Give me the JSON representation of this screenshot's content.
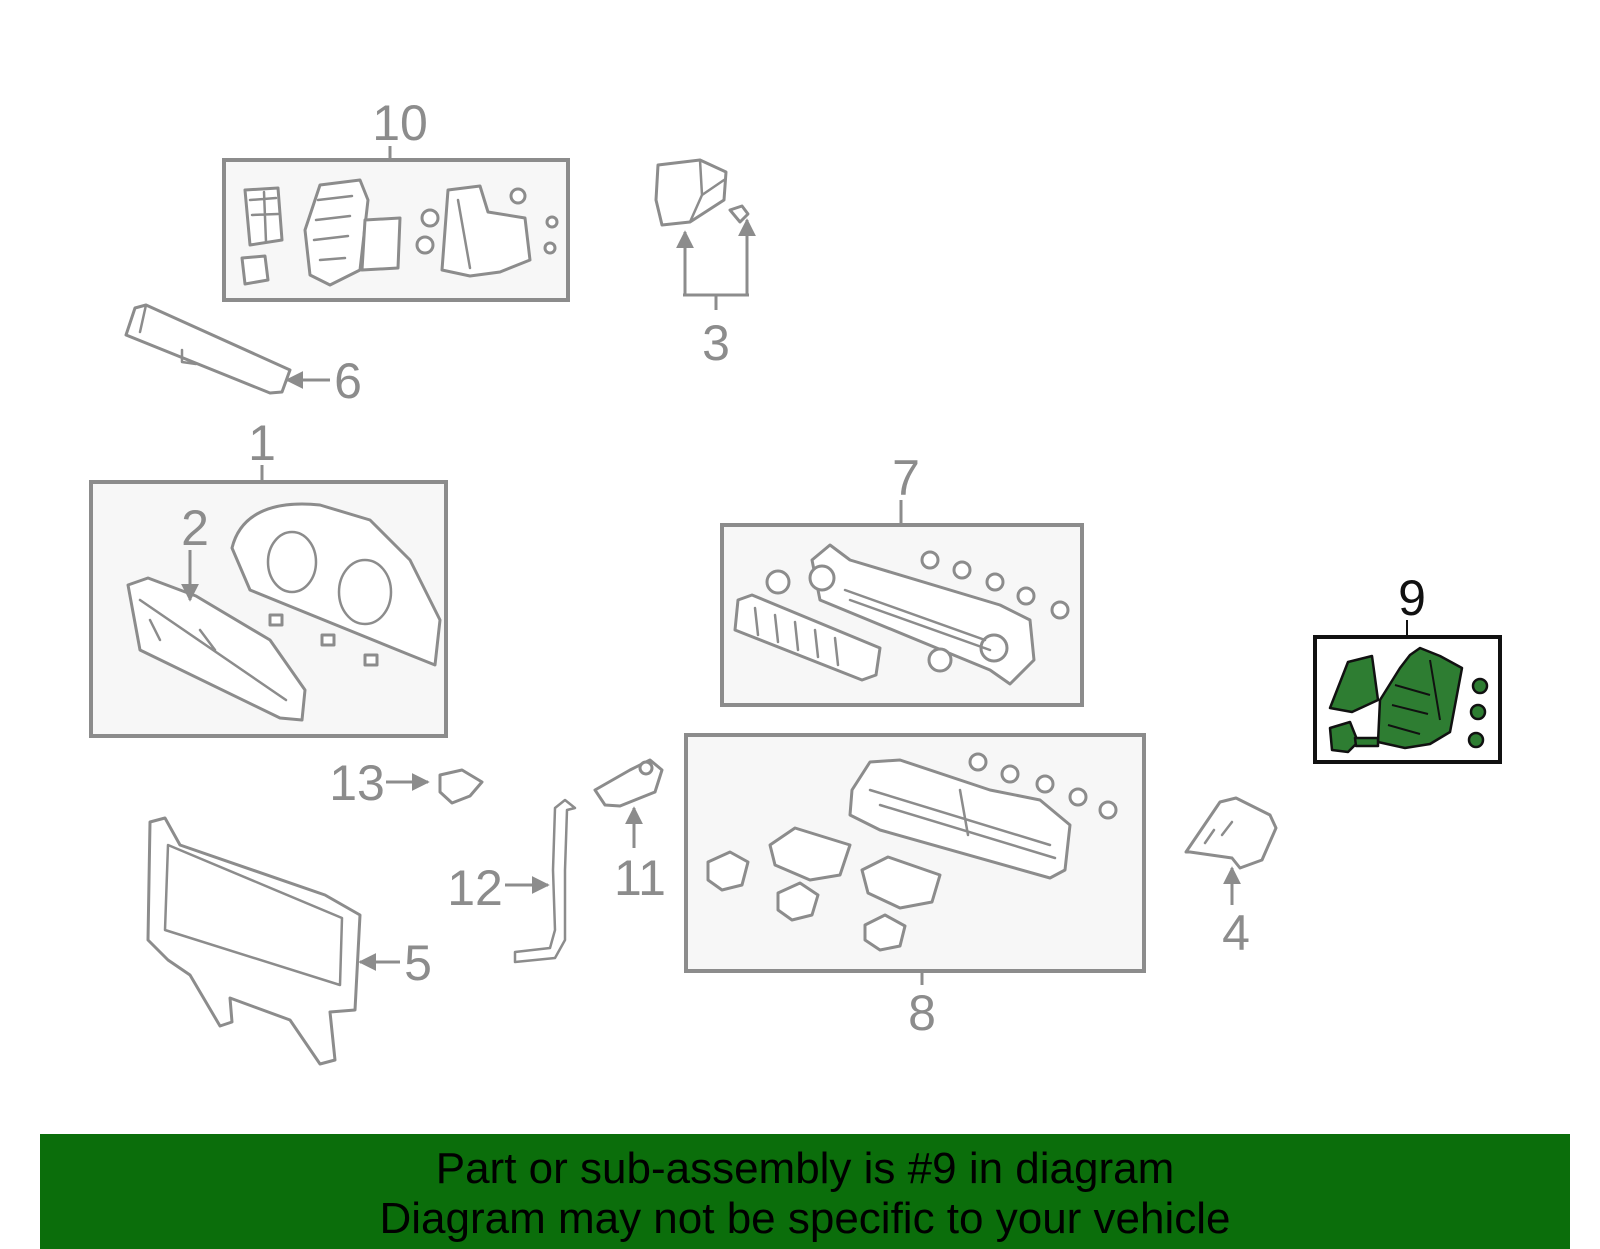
{
  "callouts": {
    "c1": "1",
    "c2": "2",
    "c3": "3",
    "c4": "4",
    "c5": "5",
    "c6": "6",
    "c7": "7",
    "c8": "8",
    "c9": "9",
    "c10": "10",
    "c11": "11",
    "c12": "12",
    "c13": "13"
  },
  "highlight": {
    "part_number": "9",
    "color": "#2e7d32"
  },
  "banner": {
    "line1": "Part or sub-assembly is #9 in diagram",
    "line2": "Diagram may not be specific to your vehicle",
    "background": "#0b6e0b"
  }
}
